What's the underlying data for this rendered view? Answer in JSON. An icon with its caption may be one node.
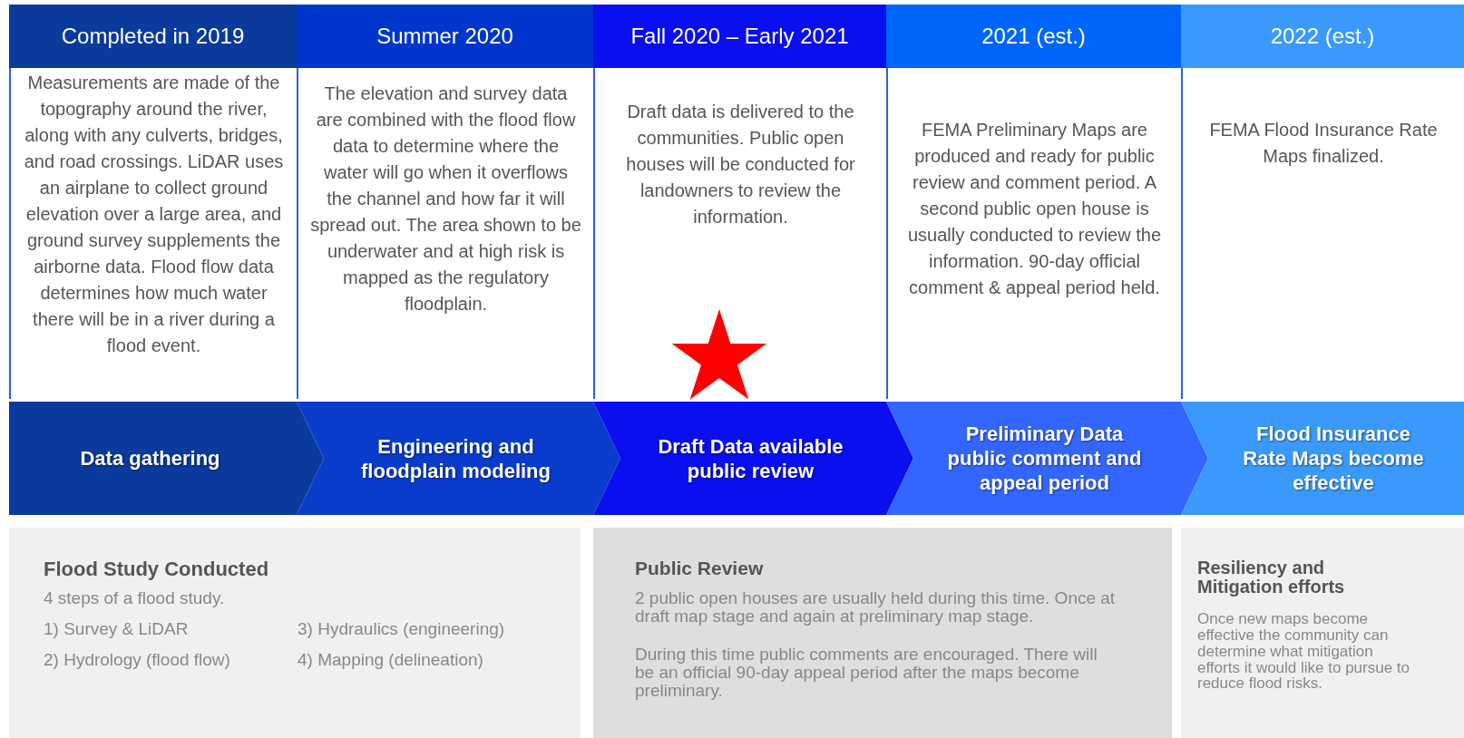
{
  "diagram": {
    "nodes": [
      {
        "text": [
          "Completed in 2019",
          "Measurements are made of the topography around the river, along with any culverts, bridges, and road crossings. LiDAR uses an airplane to collect ground elevation over a large area, and ground survey supplements the airborne data. Flood flow data determines how much water there will be in a river during a flood event."
        ]
      },
      {
        "text": [
          "Summer 2020",
          "The elevation and survey data are combined with the flood flow data to determine where the water will go when it overflows the channel and how far it will spread out. The area shown to be underwater and at high risk is mapped as the regulatory floodplain."
        ]
      },
      {
        "text": [
          "Fall 2020 – Early 2021",
          "Draft data is delivered to the communities. Public open houses will be conducted for landowners to review the information."
        ]
      },
      {
        "text": [
          "2021 (est.)",
          "FEMA Preliminary Maps are produced and ready for public review and comment period. A second public open house is usually conducted to review the information. 90-day official comment & appeal period held."
        ]
      },
      {
        "text": [
          "2022 (est.)",
          "FEMA Flood Insurance Rate Maps finalized."
        ]
      },
      {
        "text": [
          "Data gathering"
        ]
      },
      {
        "text": [
          "Engineering and floodplain modeling"
        ]
      },
      {
        "text": [
          "Draft Data available public review"
        ]
      },
      {
        "text": [
          "Preliminary Data public comment and appeal period"
        ]
      },
      {
        "text": [
          "Flood Insurance Rate Maps become effective"
        ]
      },
      {
        "text": [
          "Flood Study Conducted",
          "4 steps of a flood study.",
          "1) Survey & LiDAR",
          "3) Hydraulics (engineering)",
          "2) Hydrology (flood flow)",
          "4) Mapping (delineation)"
        ]
      },
      {
        "text": [
          "Public Review",
          "2 public open houses are usually held during this time. Once at draft map stage and again at preliminary map stage.",
          "During this time public comments are encouraged. There will be an official 90-day appeal period after the maps become preliminary."
        ]
      },
      {
        "text": [
          "Resiliency and Mitigation efforts",
          "Once new maps become effective the community can determine what mitigation efforts it would like to pursue to reduce flood risks."
        ]
      }
    ],
    "edges": []
  }
}
